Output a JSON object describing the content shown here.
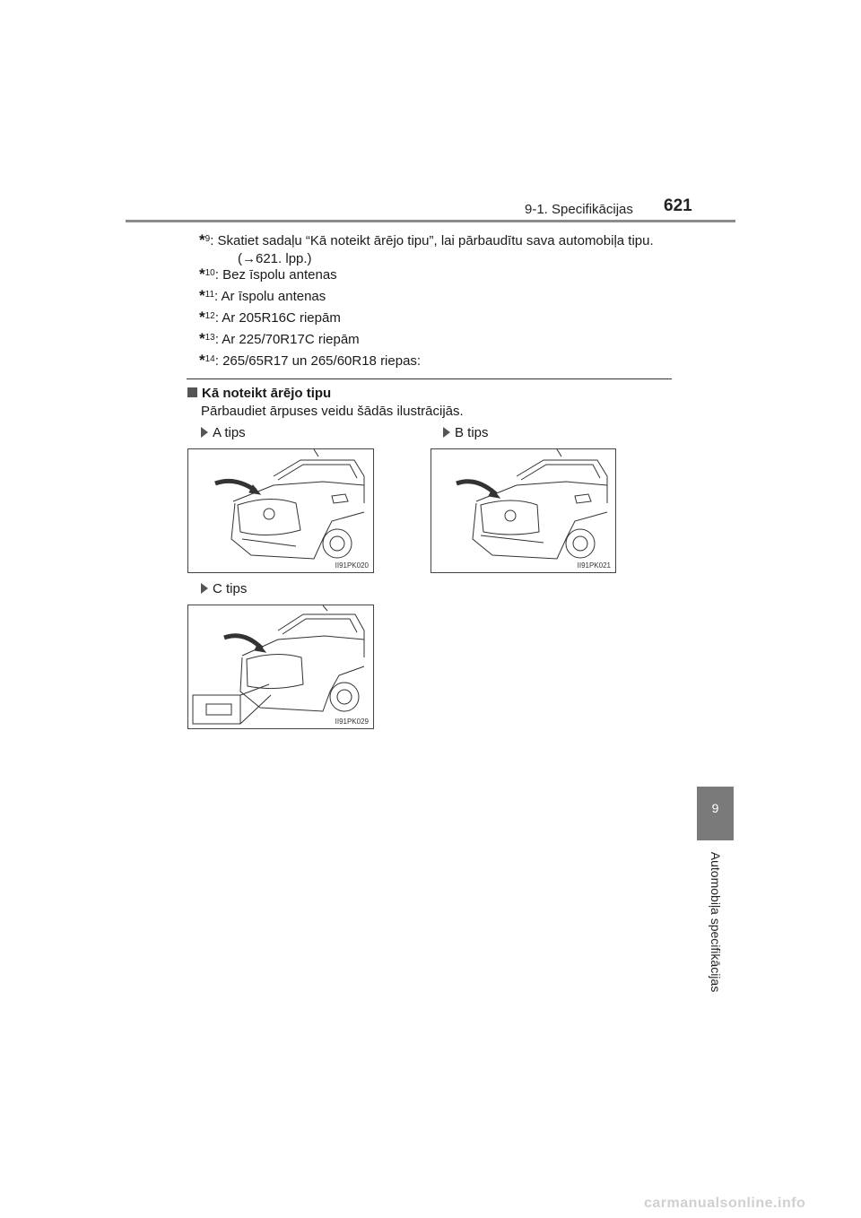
{
  "header": {
    "section": "9-1. Specifikācijas",
    "page_number": "621"
  },
  "side_tab": {
    "chapter_number": "9",
    "chapter_title": "Automobiļa specifikācijas"
  },
  "footnotes": [
    {
      "mark": "*",
      "num": "9",
      "text": ": Skatiet sadaļu “Kā noteikt ārējo tipu”, lai pārbaudītu sava automobiļa tipu.",
      "cont": "(→621. lpp.)"
    },
    {
      "mark": "*",
      "num": "10",
      "text": ": Bez īspolu antenas"
    },
    {
      "mark": "*",
      "num": "11",
      "text": ": Ar īspolu antenas"
    },
    {
      "mark": "*",
      "num": "12",
      "text": ": Ar 205R16C riepām"
    },
    {
      "mark": "*",
      "num": "13",
      "text": ": Ar 225/70R17C riepām"
    },
    {
      "mark": "*",
      "num": "14",
      "text": ": 265/65R17 un 265/60R18 riepas:"
    }
  ],
  "section": {
    "heading": "Kā noteikt ārējo tipu",
    "body": "Pārbaudiet ārpuses veidu šādās ilustrācijās."
  },
  "types": [
    {
      "label": "A tips",
      "image_code": "II91PK020",
      "image_desc": "truck-front-type-a"
    },
    {
      "label": "B tips",
      "image_code": "II91PK021",
      "image_desc": "truck-front-type-b"
    },
    {
      "label": "C tips",
      "image_code": "II91PK029",
      "image_desc": "truck-front-type-c"
    }
  ],
  "footer": {
    "watermark": "carmanualsonline.info"
  }
}
